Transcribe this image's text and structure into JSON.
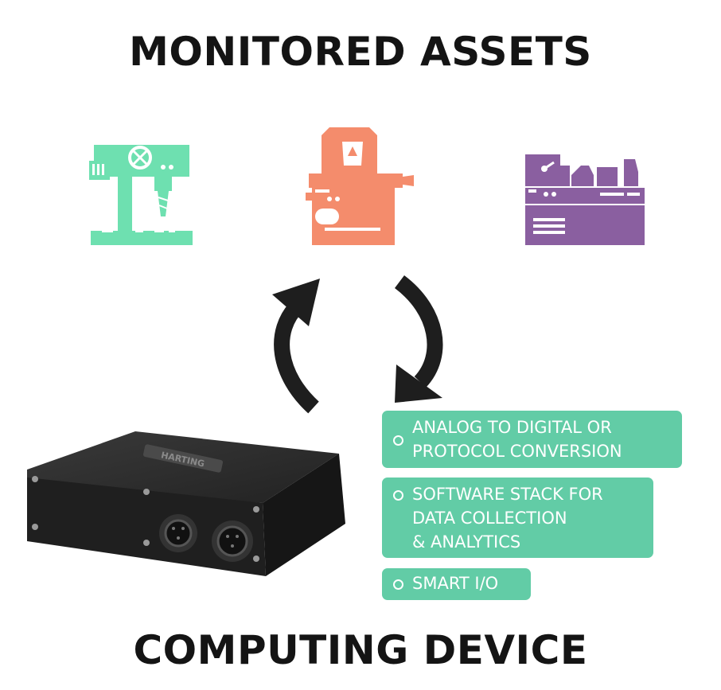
{
  "titles": {
    "top": "MONITORED ASSETS",
    "bottom": "COMPUTING DEVICE"
  },
  "assets": [
    {
      "icon": "drill-press-icon",
      "color": "#6ee0b0"
    },
    {
      "icon": "milling-machine-icon",
      "color": "#f48c6c"
    },
    {
      "icon": "lathe-icon",
      "color": "#8a5fa0"
    }
  ],
  "device": {
    "icon": "harting-device-icon",
    "brand": "HARTING"
  },
  "features": [
    {
      "lines": [
        "ANALOG TO DIGITAL OR",
        "PROTOCOL CONVERSION"
      ]
    },
    {
      "lines": [
        "SOFTWARE STACK FOR",
        "DATA COLLECTION",
        "& ANALYTICS"
      ]
    },
    {
      "lines": [
        "SMART I/O"
      ]
    }
  ],
  "colors": {
    "feature_bg": "#62cca6",
    "arrows": "#1e1e1e",
    "title": "#141414"
  }
}
